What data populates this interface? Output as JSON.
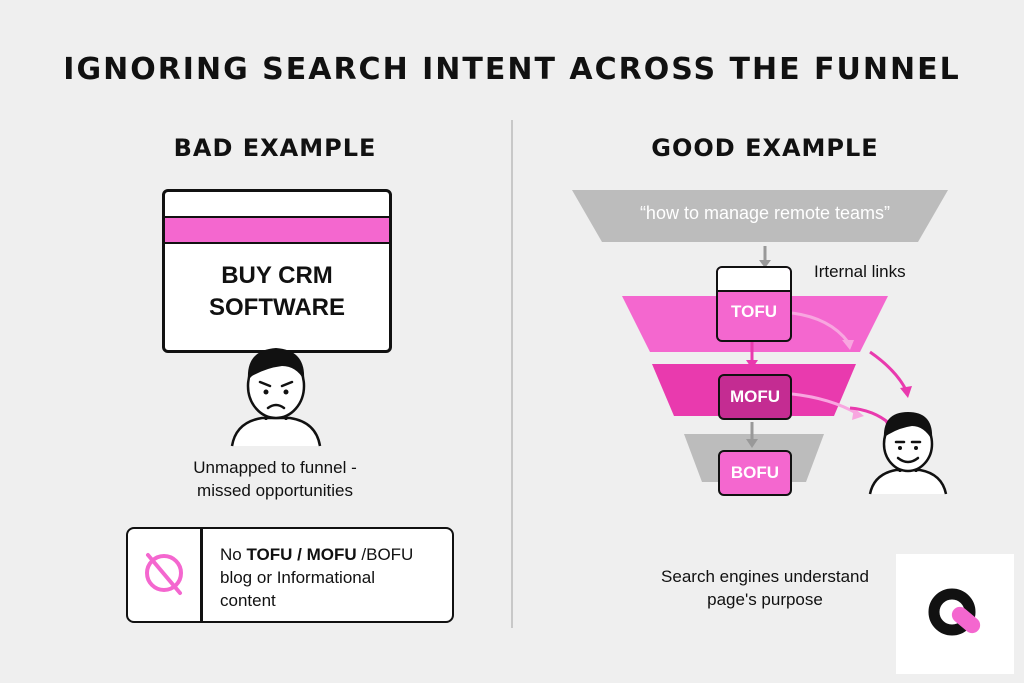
{
  "title": "IGNORING SEARCH INTENT ACROSS THE FUNNEL",
  "bad": {
    "heading": "BAD EXAMPLE",
    "window_line1": "BUY CRM",
    "window_line2": "SOFTWARE",
    "caption_line1": "Unmapped to funnel -",
    "caption_line2": "missed opportunities",
    "box_pre": "No ",
    "box_tofu": "TOFU",
    "box_sep1": " / ",
    "box_mofu": "MOFU",
    "box_post": " /BOFU",
    "box_line2": "blog or Informational",
    "box_line3": "content"
  },
  "good": {
    "heading": "GOOD EXAMPLE",
    "query": "“how to manage remote teams”",
    "internal_links": "Irternal links",
    "tofu": "TOFU",
    "mofu": "MOFU",
    "bofu": "BOFU",
    "caption_line1": "Search engines understand",
    "caption_line2": "page's purpose"
  },
  "colors": {
    "pink": "#f467cf",
    "magenta": "#e93aae",
    "gray": "#bcbcbc",
    "background": "#efefef"
  }
}
